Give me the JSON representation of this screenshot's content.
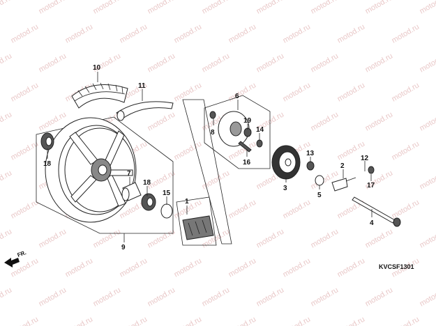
{
  "watermark": "motod.ru",
  "drawing_code": "KVCSF1301",
  "front_marker": "FR.",
  "callouts": [
    "1",
    "2",
    "3",
    "4",
    "5",
    "6",
    "7",
    "8",
    "9",
    "10",
    "11",
    "12",
    "13",
    "14",
    "15",
    "16",
    "17",
    "18",
    "18",
    "19"
  ],
  "parts": {
    "tire": "tire-icon",
    "tube": "inner-tube-icon",
    "wheel": "cast-wheel-icon",
    "collar": "distance-collar-icon",
    "bearing": "bearing-icon",
    "dust_seal": "dust-seal-icon",
    "damper": "damper-rubber-icon",
    "flange": "final-driven-flange-icon",
    "sprocket": "sprocket-icon",
    "axle": "axle-icon",
    "adjuster": "chain-adjuster-icon",
    "nut": "nut-icon",
    "bolt": "bolt-icon"
  }
}
